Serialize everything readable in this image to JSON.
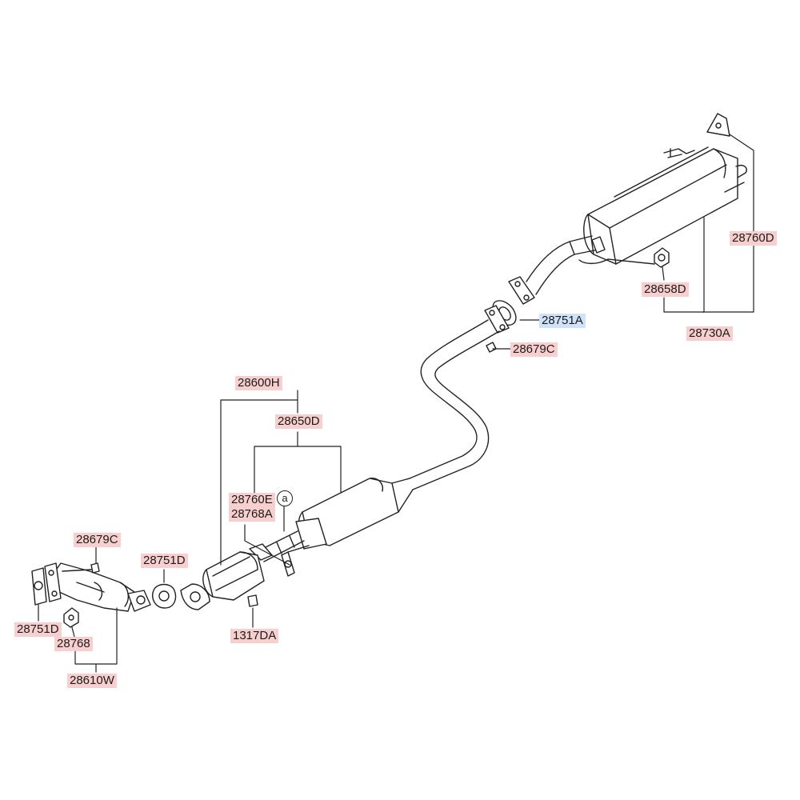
{
  "colors": {
    "label_bg": "#f8cfcf",
    "label_highlight_bg": "#cfe2f8",
    "line": "#222222"
  },
  "labels": {
    "p28760D": "28760D",
    "p28658D": "28658D",
    "p28730A": "28730A",
    "p28751A": "28751A",
    "p28679C_upper": "28679C",
    "p28600H": "28600H",
    "p28650D": "28650D",
    "p28760E": "28760E",
    "p28768A": "28768A",
    "p28679C_lower": "28679C",
    "p28751D_mid": "28751D",
    "p1317DA": "1317DA",
    "p28751D_left": "28751D",
    "p28768": "28768",
    "p28610W": "28610W"
  },
  "callout": "a"
}
